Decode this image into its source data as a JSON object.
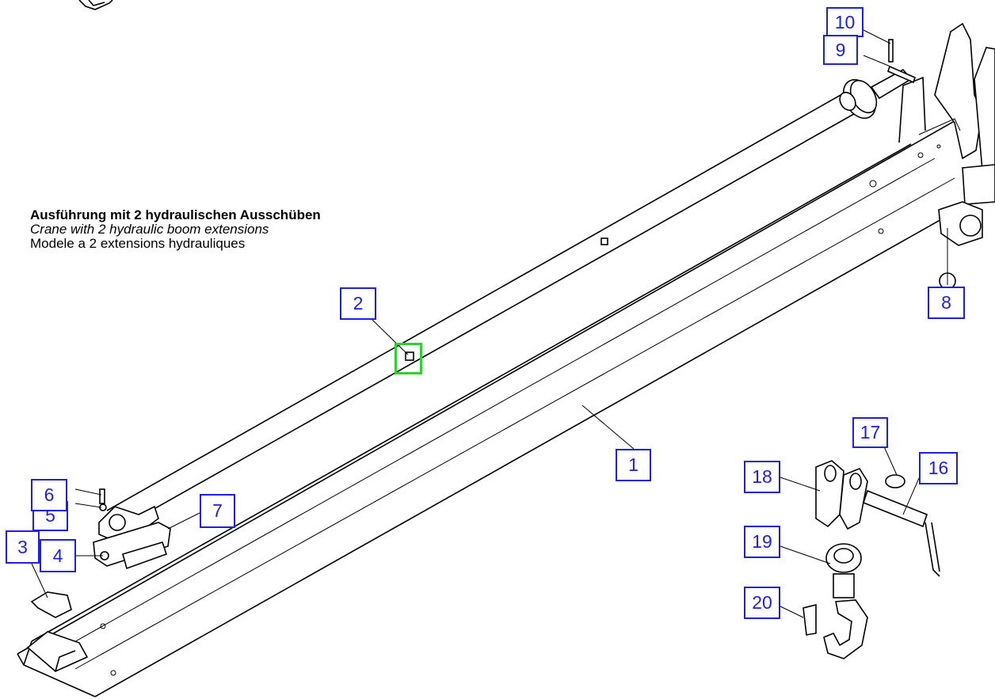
{
  "title": {
    "de": "Ausführung mit 2 hydraulischen Ausschüben",
    "en": "Crane with 2 hydraulic boom extensions",
    "fr": "Modele a 2 extensions hydrauliques"
  },
  "callouts": {
    "c1": "1",
    "c2": "2",
    "c3": "3",
    "c4": "4",
    "c5": "5",
    "c6": "6",
    "c7": "7",
    "c8": "8",
    "c9": "9",
    "c10": "10",
    "c16": "16",
    "c17": "17",
    "c18": "18",
    "c19": "19",
    "c20": "20"
  },
  "colors": {
    "callout": "#1d1df0",
    "highlight": "#2ed12e",
    "line": "#000000"
  },
  "highlighted_part": "2"
}
